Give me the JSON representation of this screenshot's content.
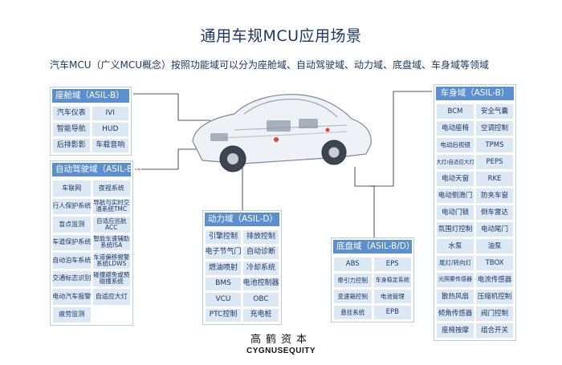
{
  "title": "通用车规MCU应用场景",
  "subtitle": "汽车MCU（广义MCU概念）按照功能域可以分为座舱域、自动驾驶域、动力域、底盘域、车身域等领域",
  "domains": {
    "cockpit": {
      "header": "座舱域（ASIL-B）",
      "items": [
        "汽车仪表",
        "IVI",
        "智能导航",
        "HUD",
        "后排影影",
        "车载音响"
      ]
    },
    "adas": {
      "header": "自动驾驶域（ASIL-B/D",
      "items": [
        "车联网",
        "夜视系统",
        "行人保护系统",
        "导航与实时交通系统TMC",
        "盲点监测",
        "自适应巡航ACC",
        "车道保护系统",
        "智能车速辅助系统ISA",
        "自动泊车系统",
        "车道偏移报警系统LDWS",
        "交通标志识别",
        "碰撞避免或预碰撞系统",
        "电动汽车报警",
        "自适应大灯",
        "疲劳监测"
      ]
    },
    "power": {
      "header": "动力域（ASIL-D）",
      "items": [
        "引擎控制",
        "排放控制",
        "电子节气门",
        "自动诊断",
        "燃油喷射",
        "冷却系统",
        "BMS",
        "电池控制器",
        "VCU",
        "OBC",
        "PTC控制",
        "充电桩"
      ]
    },
    "chassis": {
      "header": "底盘域（ASIL-B/D）",
      "items": [
        "ABS",
        "EPS",
        "牵引力控制",
        "车身稳定系统",
        "变速箱控制",
        "电池管理",
        "悬挂系统",
        "EPB"
      ]
    },
    "body": {
      "header": "车身域（ASIL-B）",
      "items": [
        "BCM",
        "安全气囊",
        "电动座椅",
        "空调控制",
        "电动后视镜",
        "TPMS",
        "大灯/自适应大灯",
        "PEPS",
        "电动天窗",
        "RKE",
        "电动侧滑门",
        "防夹车窗",
        "电动门锁",
        "倒车雷达",
        "氛围灯控制",
        "电动尾门",
        "水泵",
        "油泵",
        "尾灯/转向灯",
        "TBOX",
        "光照雾传感器",
        "电流传感器",
        "散热风扇",
        "压缩机控制",
        "倾角传感器",
        "阀门控制",
        "座椅按摩",
        "组合开关"
      ]
    }
  },
  "logo": {
    "cn": "高鹤资本",
    "en": "CYGNUSEQUITY"
  },
  "colors": {
    "header_blue": "#5c8fd0",
    "cell_blue": "#dde8f5",
    "border": "#b9cde3",
    "text_navy": "#1b3763"
  }
}
